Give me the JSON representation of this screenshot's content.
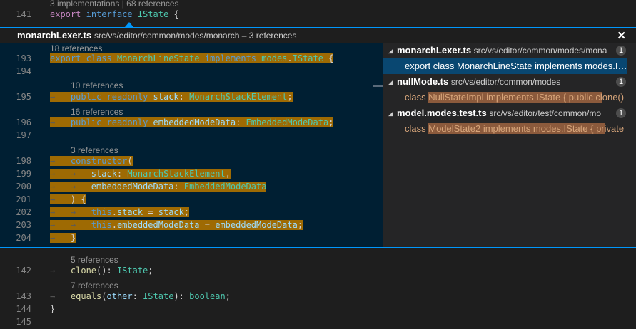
{
  "top": {
    "lens": "3 implementations | 68 references",
    "line_no": "141",
    "tokens": {
      "export": "export",
      "interface": "interface",
      "name": "IState",
      "brace": "{"
    }
  },
  "peek": {
    "title": "monarchLexer.ts",
    "path": "src/vs/editor/common/modes/monarch – 3 references",
    "close_icon": "close-icon",
    "lenses": {
      "l193": "18 references",
      "l195": "10 references",
      "l196": "16 references",
      "l198": "3 references"
    },
    "lines": {
      "n193": "193",
      "n194": "194",
      "n195": "195",
      "n196": "196",
      "n197": "197",
      "n198": "198",
      "n199": "199",
      "n200": "200",
      "n201": "201",
      "n202": "202",
      "n203": "203",
      "n204": "204"
    },
    "code": {
      "l193": {
        "export": "export",
        "class": "class",
        "name": "MonarchLineState",
        "implements": "implements",
        "mod": "modes",
        "type": "IState",
        "brace": "{"
      },
      "l195": {
        "public": "public",
        "readonly": "readonly",
        "prop": "stack",
        "type": "MonarchStackElement"
      },
      "l196": {
        "public": "public",
        "readonly": "readonly",
        "prop": "embeddedModeData",
        "type": "EmbeddedModeData"
      },
      "l198": {
        "ctor": "constructor"
      },
      "l199": {
        "prop": "stack",
        "type": "MonarchStackElement"
      },
      "l200": {
        "prop": "embeddedModeData",
        "type": "EmbeddedModeData"
      },
      "l201": {
        "text": ") {"
      },
      "l202": {
        "this": "this",
        "prop": "stack",
        "rhs": "stack"
      },
      "l203": {
        "this": "this",
        "prop": "embeddedModeData",
        "rhs": "embeddedModeData"
      },
      "l204": {
        "brace": "}"
      }
    },
    "tree": [
      {
        "file": "monarchLexer.ts",
        "path": "src/vs/editor/common/modes/monarch",
        "count": "1",
        "refs": [
          {
            "before": "export class ",
            "match": "MonarchLineState implements mod",
            "after": "es.IState {"
          }
        ]
      },
      {
        "file": "nullMode.ts",
        "path": "src/vs/editor/common/modes",
        "count": "1",
        "refs": [
          {
            "before": "class ",
            "match": "NullStateImpl implements IState { public cl",
            "after": "one()"
          }
        ]
      },
      {
        "file": "model.modes.test.ts",
        "path": "src/vs/editor/test/common/mo",
        "count": "1",
        "refs": [
          {
            "before": "class ",
            "match": "ModelState2 implements modes.IState { pr",
            "after": "ivate"
          }
        ]
      }
    ]
  },
  "bottom": {
    "lenses": {
      "l142": "5 references",
      "l143": "7 references"
    },
    "lines": {
      "n142": "142",
      "n143": "143",
      "n144": "144",
      "n145": "145"
    },
    "code": {
      "l142": {
        "fn": "clone",
        "type": "IState"
      },
      "l143": {
        "fn": "equals",
        "param": "other",
        "type": "IState",
        "ret": "boolean"
      },
      "l144": {
        "brace": "}"
      }
    }
  },
  "colors": {
    "accent": "#0097fb",
    "peek_bg": "#001f33",
    "highlight": "#9e6a03",
    "selected": "#094771"
  }
}
